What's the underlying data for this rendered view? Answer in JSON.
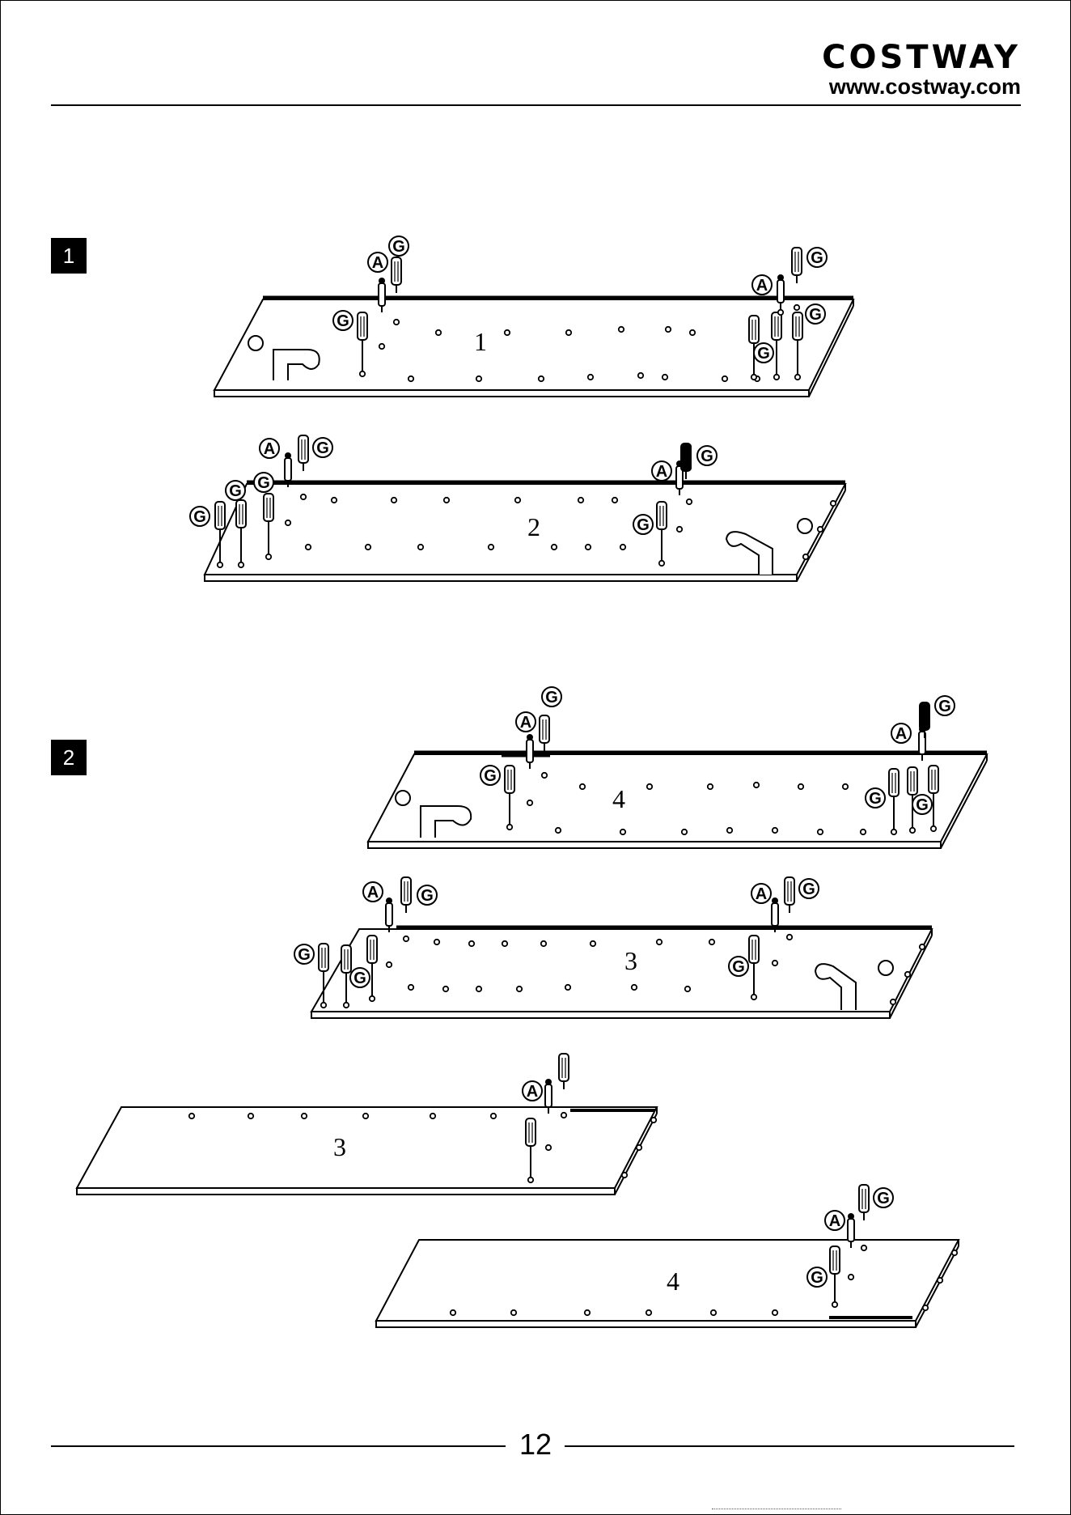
{
  "header": {
    "brand": "COSTWAY",
    "url": "www.costway.com"
  },
  "steps": [
    {
      "number": "1"
    },
    {
      "number": "2"
    }
  ],
  "labels": {
    "dowel": "A",
    "screw": "G"
  },
  "panels": {
    "p1": "1",
    "p2": "2",
    "p3": "3",
    "p4": "4"
  },
  "footer": {
    "page_number": "12"
  },
  "colors": {
    "ink": "#000000",
    "paper": "#ffffff"
  }
}
